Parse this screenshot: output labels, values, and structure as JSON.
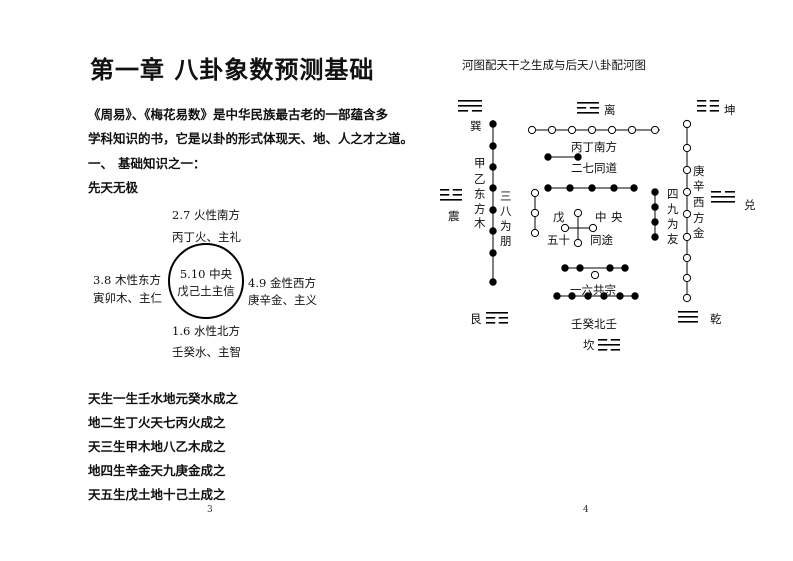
{
  "left_page": {
    "title": "第一章  八卦象数预测基础",
    "intro_line1": "《周易》、《梅花易数》是中华民族最古老的一部蕴含多",
    "intro_line2": "学科知识的书，它是以卦的形式体现天、地、人之才之道。",
    "section_num": "一、",
    "section_title": "基础知识之一：",
    "subsection": "先天无极",
    "south_line1": "2.7 火性南方",
    "south_line2": "丙丁火、主礼",
    "east_line1": "3.8 木性东方",
    "east_line2": "寅卯木、主仁",
    "center_line1": "5.10 中央",
    "center_line2": "戊己土主信",
    "west_line1": "4.9 金性西方",
    "west_line2": "庚辛金、主义",
    "north_line1": "1.6 水性北方",
    "north_line2": "壬癸水、主智",
    "sayings": [
      "天生一生壬水地元癸水成之",
      "地二生丁火天七丙火成之",
      "天三生甲木地八乙木成之",
      "地四生辛金天九庚金成之",
      "天五生戊土地十己土成之"
    ],
    "page_number": "3"
  },
  "right_page": {
    "title": "河图配天干之生成与后天八卦配河图",
    "trigrams": {
      "xun": "巽",
      "li": "离",
      "kun": "坤",
      "zhen": "震",
      "dui": "兑",
      "gen": "艮",
      "kan": "坎",
      "qian": "乾"
    },
    "top_text1": "丙丁南方",
    "top_text2": "二七同道",
    "left_column": [
      "甲",
      "乙",
      "东",
      "方",
      "木"
    ],
    "left_inner_column": [
      "三",
      "八",
      "为",
      "朋"
    ],
    "center_wu": "戊",
    "center_zhong": "中",
    "center_yang": "央",
    "center_wushi": "五十",
    "center_tongtu": "同途",
    "right_inner_column": [
      "四",
      "九",
      "为",
      "友"
    ],
    "right_column": [
      "庚",
      "辛",
      "西",
      "方",
      "金"
    ],
    "bottom_text1": "一六共宗",
    "bottom_text2": "壬癸北壬",
    "page_number": "4"
  }
}
